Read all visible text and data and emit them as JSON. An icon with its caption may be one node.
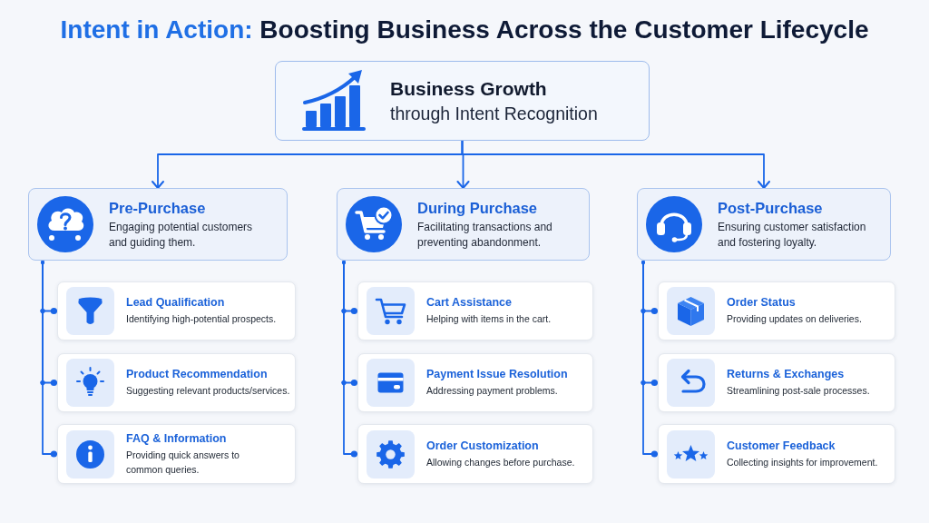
{
  "diagram": {
    "title": "Intent in Action: Boosting Business Across the Customer Lifecycle",
    "nodes": [
      {
        "text": [
          "Business Growth",
          "through Intent Recognition"
        ]
      },
      {
        "text": [
          "Pre-Purchase",
          "Engaging potential customers and guiding them."
        ]
      },
      {
        "text": [
          "During Purchase",
          "Facilitating transactions and preventing abandonment."
        ]
      },
      {
        "text": [
          "Post-Purchase",
          "Ensuring customer satisfaction and fostering loyalty."
        ]
      },
      {
        "text": [
          "Lead Qualification",
          "Identifying high-potential prospects."
        ]
      },
      {
        "text": [
          "Product Recommendation",
          "Suggesting relevant products/services."
        ]
      },
      {
        "text": [
          "FAQ & Information",
          "Providing quick answers to common queries."
        ]
      },
      {
        "text": [
          "Cart Assistance",
          "Helping with items in the cart."
        ]
      },
      {
        "text": [
          "Payment Issue Resolution",
          "Addressing payment problems."
        ]
      },
      {
        "text": [
          "Order Customization",
          "Allowing changes before purchase."
        ]
      },
      {
        "text": [
          "Order Status",
          "Providing updates on deliveries."
        ]
      },
      {
        "text": [
          "Returns & Exchanges",
          "Streamlining post-sale processes."
        ]
      },
      {
        "text": [
          "Customer Feedback",
          "Collecting insights for improvement."
        ]
      }
    ],
    "edges": [
      {
        "from": 0,
        "to": 1,
        "arrow": "to"
      },
      {
        "from": 0,
        "to": 2,
        "arrow": "to"
      },
      {
        "from": 0,
        "to": 3,
        "arrow": "to"
      },
      {
        "from": 1,
        "to": 4,
        "arrow": "other"
      },
      {
        "from": 1,
        "to": 5,
        "arrow": "other"
      },
      {
        "from": 1,
        "to": 6,
        "arrow": "other"
      },
      {
        "from": 2,
        "to": 7,
        "arrow": "other"
      },
      {
        "from": 2,
        "to": 8,
        "arrow": "other"
      },
      {
        "from": 2,
        "to": 9,
        "arrow": "other"
      },
      {
        "from": 3,
        "to": 10,
        "arrow": "other"
      },
      {
        "from": 3,
        "to": 11,
        "arrow": "other"
      },
      {
        "from": 3,
        "to": 12,
        "arrow": "other"
      }
    ]
  }
}
